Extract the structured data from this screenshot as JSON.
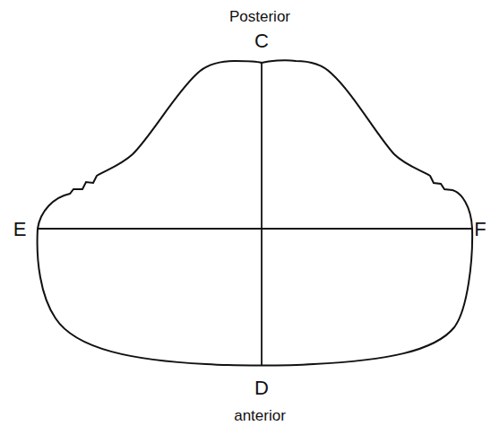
{
  "diagram": {
    "labels": [
      "Posterior",
      "C",
      "E",
      "F",
      "D",
      "anterior"
    ]
  }
}
